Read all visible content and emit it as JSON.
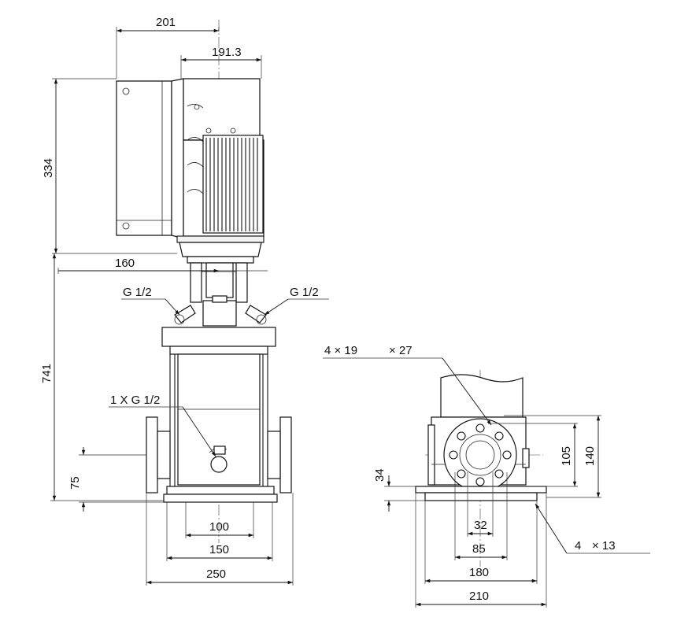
{
  "front_view": {
    "dim_201": "201",
    "dim_191_3": "191.3",
    "dim_334": "334",
    "dim_160": "160",
    "label_g12_left": "G 1/2",
    "label_g12_right": "G 1/2",
    "dim_741": "741",
    "label_drain": "1 X G 1/2",
    "dim_75": "75",
    "dim_100": "100",
    "dim_150": "150",
    "dim_250": "250"
  },
  "side_view": {
    "label_flange_holes": "4 × 19",
    "label_flange_holes_b": "× 27",
    "dim_34": "34",
    "dim_105": "105",
    "dim_140": "140",
    "dim_32": "32",
    "dim_85": "85",
    "dim_180": "180",
    "dim_210": "210",
    "label_base_holes": "4",
    "label_base_holes_b": "× 13"
  }
}
